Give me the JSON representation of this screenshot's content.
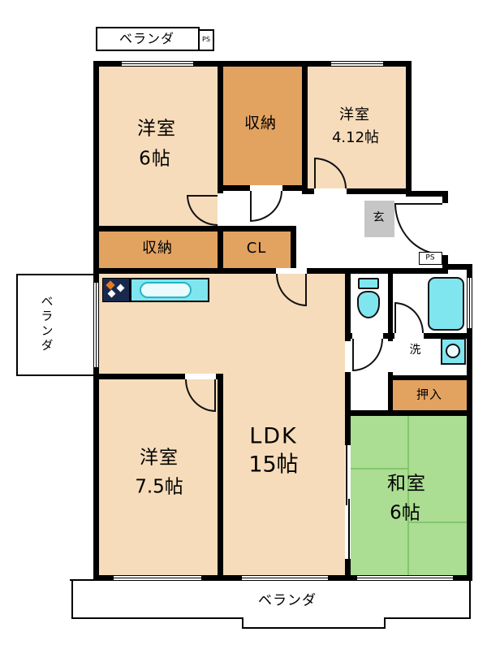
{
  "plan": {
    "balcony_top": {
      "label": "ベランダ"
    },
    "ps_top": {
      "label": "PS"
    },
    "ps_right": {
      "label": "PS"
    },
    "room_west_6": {
      "name": "洋室",
      "size": "6帖"
    },
    "storage_top": {
      "label": "収納"
    },
    "room_west_412": {
      "name": "洋室",
      "size": "4.12帖"
    },
    "entrance": {
      "label": "玄"
    },
    "storage_mid": {
      "label": "収納"
    },
    "closet": {
      "label": "CL"
    },
    "balcony_left": {
      "label": "ベランダ"
    },
    "washroom": {
      "label": "洗"
    },
    "oshiire": {
      "label": "押入"
    },
    "room_west_75": {
      "name": "洋室",
      "size": "7.5帖"
    },
    "ldk": {
      "name": "LDK",
      "size": "15帖"
    },
    "room_japanese_6": {
      "name": "和室",
      "size": "6帖"
    },
    "balcony_bottom": {
      "label": "ベランダ"
    }
  },
  "colors": {
    "room_floor": "#f6dcba",
    "storage": "#e2a361",
    "tatami": "#abdd93",
    "tatami_line": "#84c66c",
    "fixture_cyan": "#7fe6f0",
    "stove_navy": "#19294e",
    "entrance_tile": "#c6c6c6",
    "wall": "#000000"
  }
}
